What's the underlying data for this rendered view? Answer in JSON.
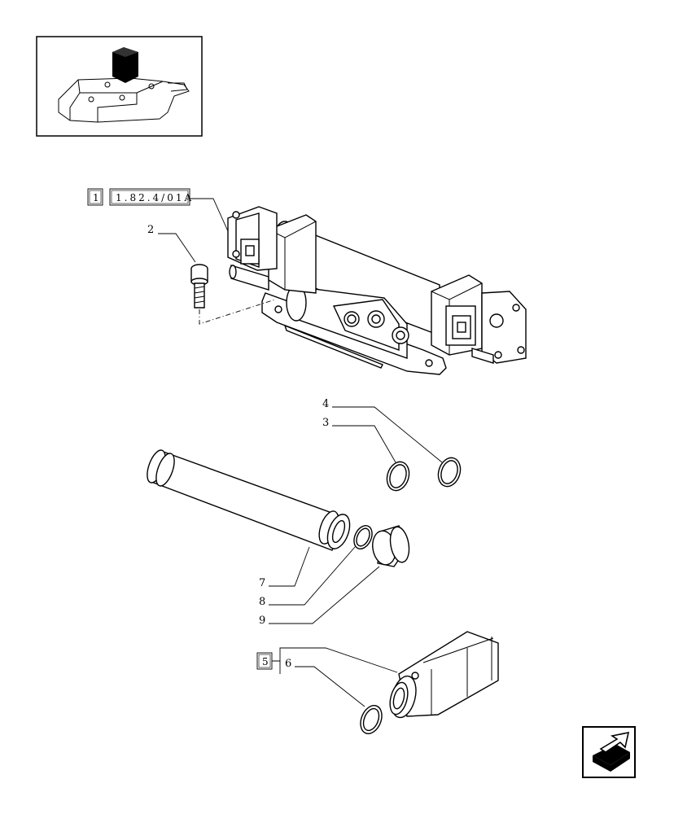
{
  "reference_box": {
    "index": "1",
    "code": "1.82.4/01A"
  },
  "kit_box": {
    "index": "5"
  },
  "callouts": {
    "c2": "2",
    "c3": "3",
    "c4": "4",
    "c6": "6",
    "c7": "7",
    "c8": "8",
    "c9": "9"
  },
  "icons": {
    "thumbnail": "location-thumbnail-icon",
    "nav": "next-page-arrow-icon"
  }
}
